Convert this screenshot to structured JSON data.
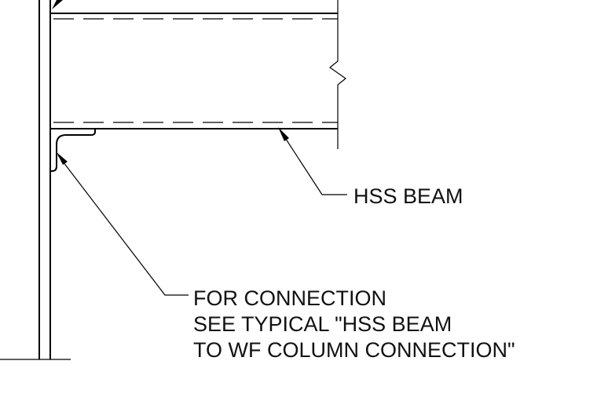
{
  "labels": {
    "beam": "HSS BEAM",
    "connection_line1": "FOR CONNECTION",
    "connection_line2": "SEE TYPICAL \"HSS BEAM",
    "connection_line3": "TO WF COLUMN CONNECTION\""
  },
  "colors": {
    "ink": "#000000",
    "background": "#ffffff"
  }
}
